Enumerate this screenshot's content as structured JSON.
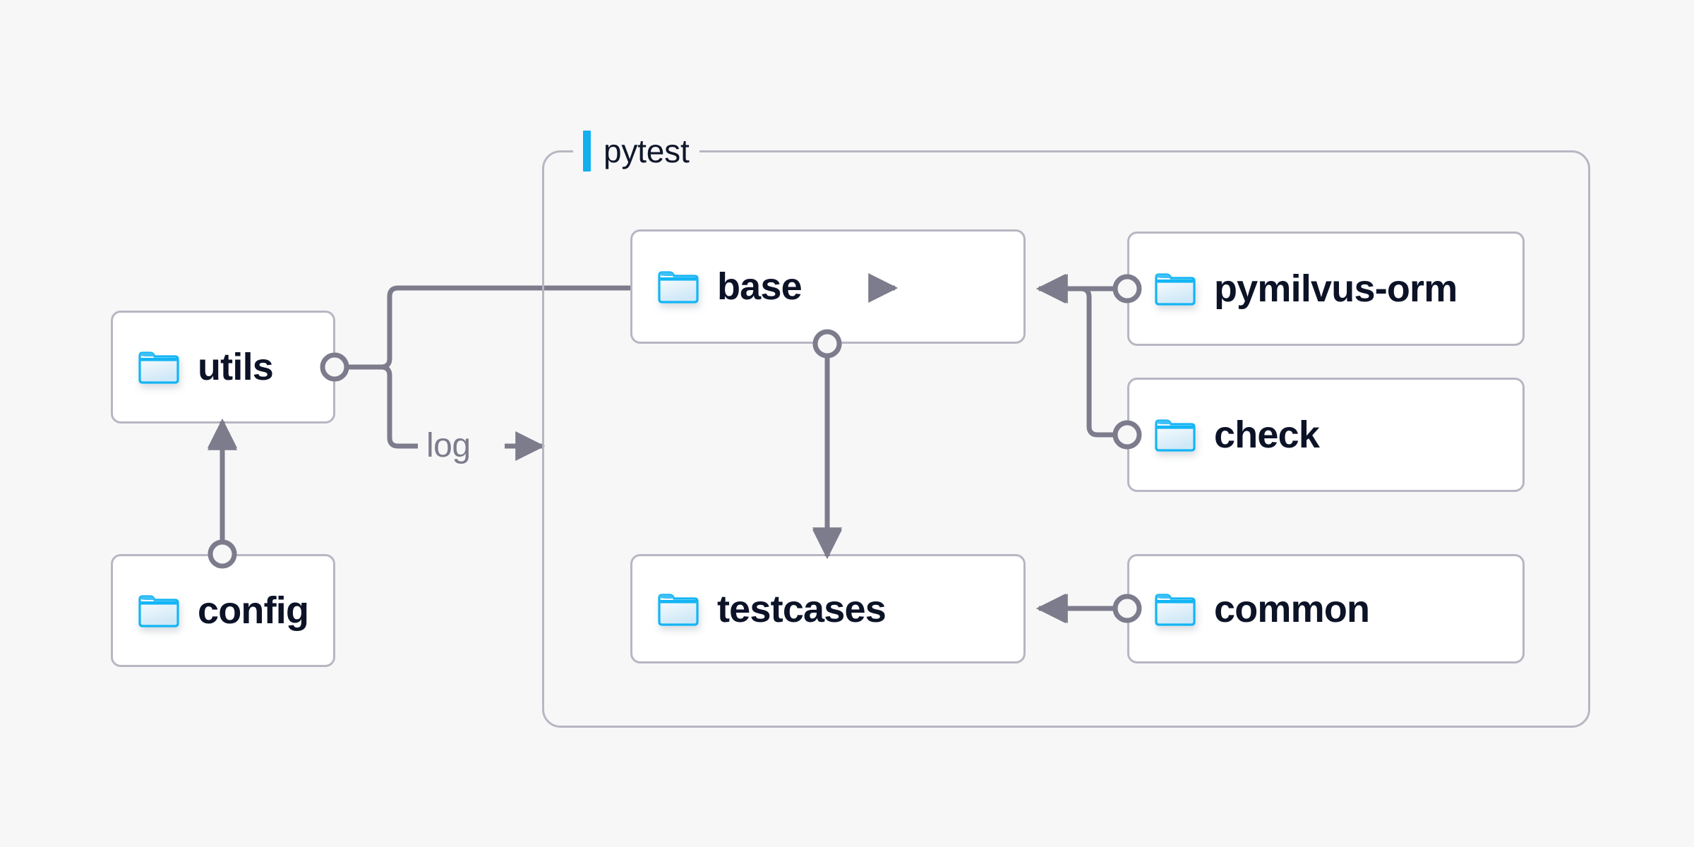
{
  "colors": {
    "background": "#f7f7f8",
    "node_border": "#b7b6c2",
    "node_fill": "#ffffff",
    "edge": "#7c7c8c",
    "group_border": "#b7b6c2",
    "accent_bar": "#12b0f0",
    "folder_outline": "#13b5f5",
    "text": "#0c1327",
    "muted_text": "#7c7c8c"
  },
  "diagram": {
    "type": "architecture-folder-dependency-diagram",
    "group": {
      "label": "pytest",
      "accent_icon": "vertical-bar-accent"
    },
    "nodes": [
      {
        "id": "utils",
        "label": "utils",
        "icon": "folder-icon"
      },
      {
        "id": "config",
        "label": "config",
        "icon": "folder-icon"
      },
      {
        "id": "base",
        "label": "base",
        "icon": "folder-icon"
      },
      {
        "id": "testcases",
        "label": "testcases",
        "icon": "folder-icon"
      },
      {
        "id": "pymilvus-orm",
        "label": "pymilvus-orm",
        "icon": "folder-icon"
      },
      {
        "id": "check",
        "label": "check",
        "icon": "folder-icon"
      },
      {
        "id": "common",
        "label": "common",
        "icon": "folder-icon"
      }
    ],
    "edges": [
      {
        "from": "config",
        "to": "utils",
        "label": ""
      },
      {
        "from": "utils",
        "to": "base",
        "label": ""
      },
      {
        "from": "utils",
        "to": "pytest",
        "label": "log"
      },
      {
        "from": "base",
        "to": "testcases",
        "label": ""
      },
      {
        "from": "pymilvus-orm",
        "to": "base",
        "label": ""
      },
      {
        "from": "check",
        "to": "base",
        "label": ""
      },
      {
        "from": "common",
        "to": "testcases",
        "label": ""
      }
    ],
    "edge_labels": [
      {
        "id": "log",
        "text": "log"
      }
    ]
  }
}
